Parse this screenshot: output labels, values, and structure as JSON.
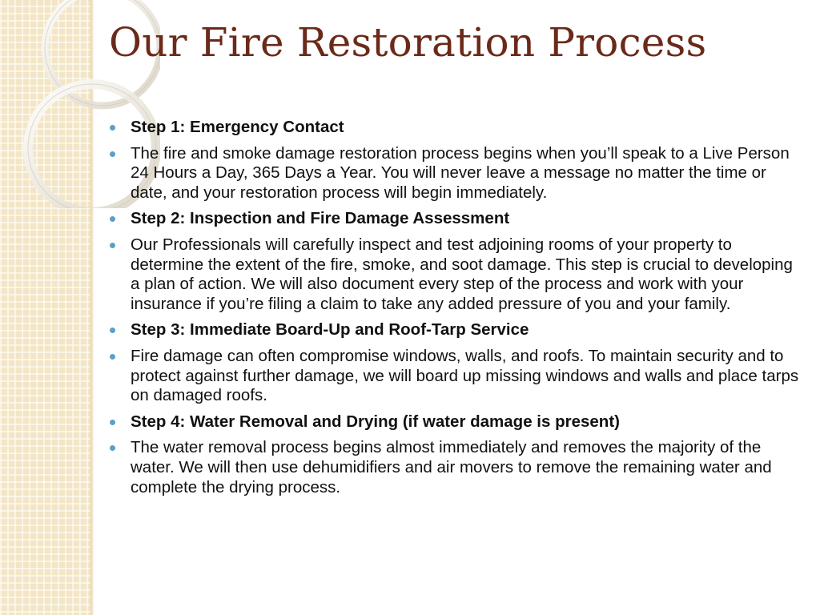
{
  "slide": {
    "title": "Our Fire Restoration Process",
    "accent_color": "#6b2a19",
    "bullet_color": "#5aa0c4",
    "panel_color": "#f3e6c6",
    "bullets": [
      {
        "type": "heading",
        "text": "Step 1: Emergency Contact"
      },
      {
        "type": "body",
        "text": "The fire and smoke damage restoration process begins when you’ll speak to a Live Person 24 Hours a Day, 365 Days a Year. You will never leave a message no matter the time or date, and your restoration process will begin immediately."
      },
      {
        "type": "heading",
        "text": "Step 2: Inspection and Fire Damage Assessment"
      },
      {
        "type": "body",
        "text": "Our Professionals will carefully inspect and test adjoining rooms of your property to determine the extent of the fire, smoke, and soot damage. This step is crucial to developing a plan of action. We will also document every step of the process and work with your insurance if you’re filing a claim to take any added pressure of you and your family."
      },
      {
        "type": "heading",
        "text": "Step 3: Immediate Board-Up and Roof-Tarp Service"
      },
      {
        "type": "body",
        "text": "Fire damage can often compromise windows, walls, and roofs. To maintain security and to protect against further damage, we will board up missing windows and walls and place tarps on damaged roofs."
      },
      {
        "type": "heading",
        "text": "Step 4: Water Removal and Drying (if water damage is present)"
      },
      {
        "type": "body",
        "text": "The water removal process begins almost immediately and removes the majority of the water. We will then use dehumidifiers and air movers to remove the remaining water and complete the drying process."
      }
    ]
  }
}
